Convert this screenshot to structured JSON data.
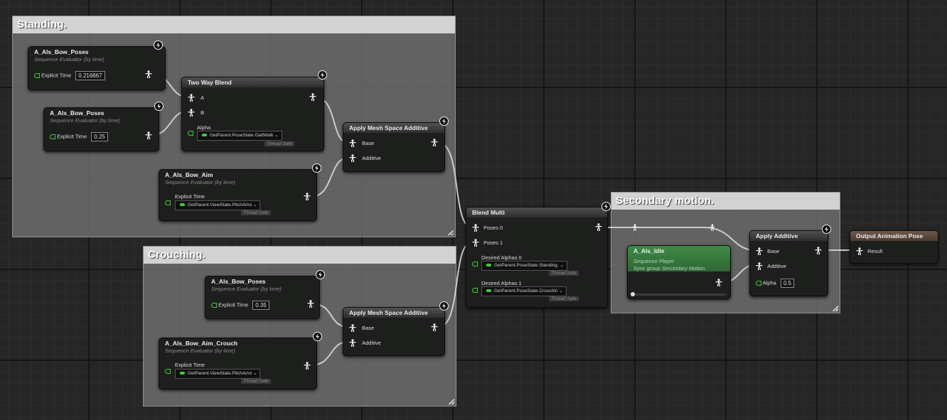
{
  "comments": {
    "standing": "Standing.",
    "crouching": "Crouching.",
    "secondary": "Secondary motion."
  },
  "nodes": {
    "seq1": {
      "title": "A_Als_Bow_Poses",
      "subtitle": "Sequence Evaluator (by time)",
      "pin_label": "Explicit Time",
      "value": "0.216667"
    },
    "seq2": {
      "title": "A_Als_Bow_Poses",
      "subtitle": "Sequence Evaluator (by time)",
      "pin_label": "Explicit Time",
      "value": "0.25"
    },
    "twoway": {
      "title": "Two Way Blend",
      "pin_a": "A",
      "pin_b": "B",
      "alpha_label": "Alpha",
      "alpha_binding": "GetParent.PoseState.GaitWalk",
      "thread_safe": "Thread Safe"
    },
    "aim": {
      "title": "A_Als_Bow_Aim",
      "subtitle": "Sequence Evaluator (by time)",
      "pin_label": "Explicit Time",
      "binding": "GetParent.ViewState.PitchAmo",
      "thread_safe": "Thread Safe"
    },
    "mesh1": {
      "title": "Apply Mesh Space Additive",
      "base": "Base",
      "additive": "Additive"
    },
    "seq3": {
      "title": "A_Als_Bow_Poses",
      "subtitle": "Sequence Evaluator (by time)",
      "pin_label": "Explicit Time",
      "value": "0.35"
    },
    "mesh2": {
      "title": "Apply Mesh Space Additive",
      "base": "Base",
      "additive": "Additive"
    },
    "aimcrouch": {
      "title": "A_Als_Bow_Aim_Crouch",
      "subtitle": "Sequence Evaluator (by time)",
      "pin_label": "Explicit Time",
      "binding": "GetParent.ViewState.PitchAmo",
      "thread_safe": "Thread Safe"
    },
    "blendmulti": {
      "title": "Blend Multi",
      "poses0": "Poses 0",
      "poses1": "Poses 1",
      "alpha0_label": "Desired Alphas 0",
      "alpha0_binding": "GetParent.PoseState.Standing.",
      "alpha1_label": "Desired Alphas 1",
      "alpha1_binding": "GetParent.PoseState.Crouchin",
      "thread_safe": "Thread Safe"
    },
    "idle": {
      "title": "A_Als_Idle",
      "subtitle": "Sequence Player",
      "sync": "Sync group Secondary Motion"
    },
    "applyadd": {
      "title": "Apply Additive",
      "base": "Base",
      "additive": "Additive",
      "alpha_label": "Alpha",
      "alpha_value": "0.5"
    },
    "output": {
      "title": "Output Animation Pose",
      "result": "Result"
    }
  },
  "colors": {
    "exec_green": "#36d436",
    "comment_title": "#d2d2d2",
    "idle_header": "#3e8b47",
    "output_header": "#6e5a4b"
  }
}
